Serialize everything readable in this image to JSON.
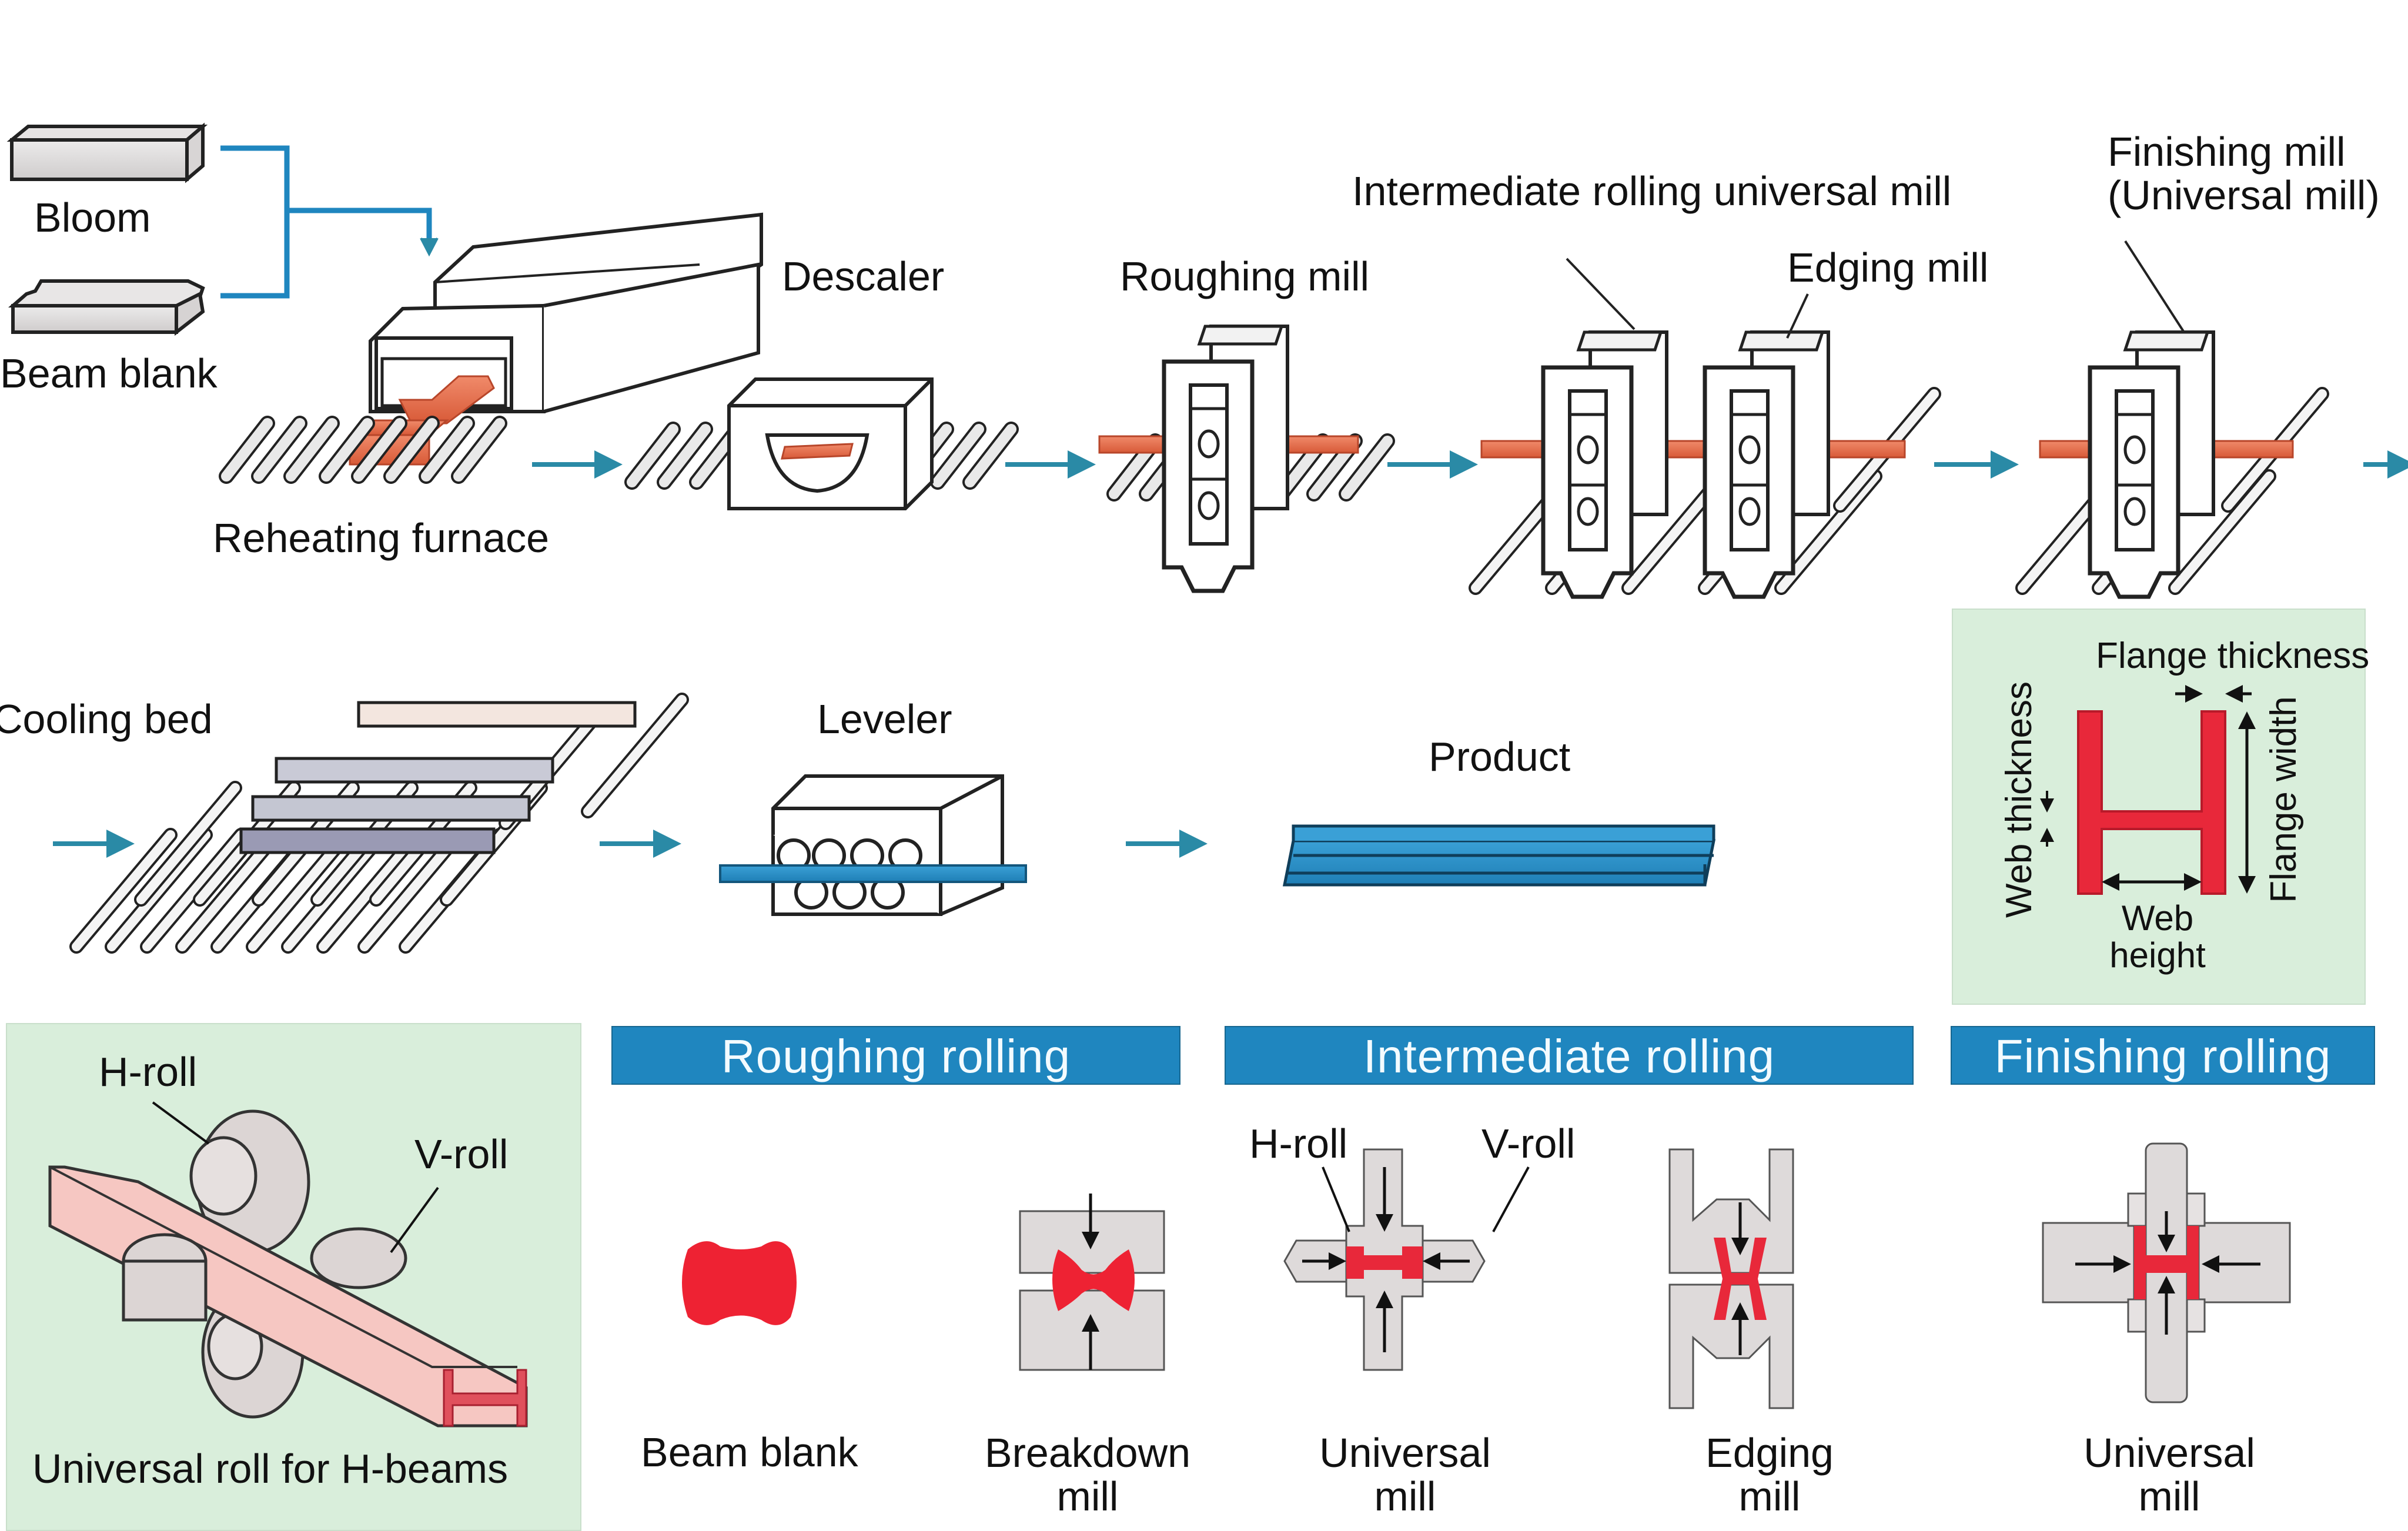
{
  "title": "H-beam rolling process",
  "colors": {
    "flow_arrow": "#2a8aa6",
    "hot_steel": "#e8704f",
    "product_blue": "#2a8fc6",
    "section_red": "#e8283a",
    "band_blue": "#1f86bf",
    "panel_green": "#d9eedb"
  },
  "inputs": {
    "bloom": "Bloom",
    "beam_blank": "Beam blank"
  },
  "process_row_1": [
    {
      "id": "reheating-furnace",
      "label": "Reheating furnace"
    },
    {
      "id": "descaler",
      "label": "Descaler"
    },
    {
      "id": "roughing-mill",
      "label": "Roughing mill"
    },
    {
      "id": "intermediate-universal-mill",
      "label": "Intermediate rolling universal mill"
    },
    {
      "id": "edging-mill",
      "label": "Edging mill"
    },
    {
      "id": "finishing-mill",
      "label": "Finishing mill\n(Universal mill)"
    }
  ],
  "process_row_2": [
    {
      "id": "cooling-bed",
      "label": "Cooling bed"
    },
    {
      "id": "leveler",
      "label": "Leveler"
    },
    {
      "id": "product",
      "label": "Product"
    }
  ],
  "dimension_panel": {
    "flange_thickness": "Flange thickness",
    "web_thickness": "Web thickness",
    "flange_width": "Flange width",
    "web_height": "Web\nheight"
  },
  "universal_roll_panel": {
    "h_roll": "H-roll",
    "v_roll": "V-roll",
    "caption": "Universal roll for H-beams"
  },
  "stages": [
    {
      "name": "Roughing rolling"
    },
    {
      "name": "Intermediate rolling"
    },
    {
      "name": "Finishing rolling"
    }
  ],
  "sections": [
    {
      "label": "Beam blank"
    },
    {
      "label": "Breakdown\nmill"
    },
    {
      "label": "Universal\nmill",
      "h_roll": "H-roll",
      "v_roll": "V-roll"
    },
    {
      "label": "Edging\nmill"
    },
    {
      "label": "Universal\nmill"
    }
  ]
}
